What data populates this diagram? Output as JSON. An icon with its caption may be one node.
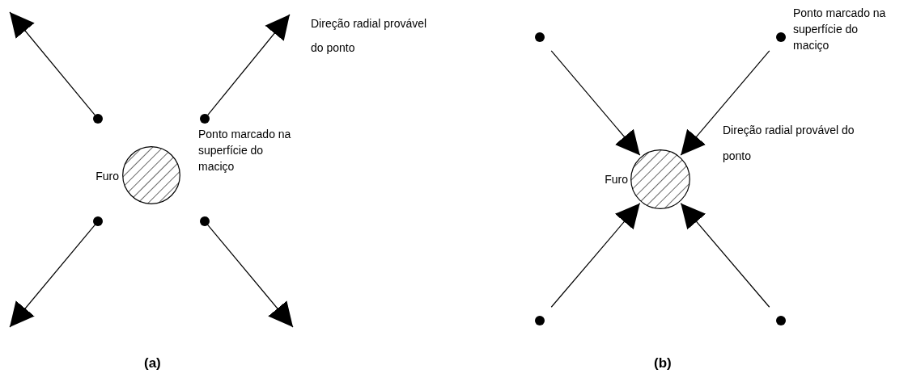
{
  "diagram": {
    "nodes": [
      {
        "text": [],
        "shape": "circle",
        "beside": [
          "Furo"
        ]
      },
      {
        "text": [],
        "shape": "circle"
      },
      {
        "text": [],
        "shape": "circle"
      },
      {
        "text": [],
        "shape": "circle"
      },
      {
        "text": [],
        "shape": "circle"
      },
      {
        "text": [],
        "shape": "circle",
        "beside": [
          "Furo"
        ]
      },
      {
        "text": [],
        "shape": "circle"
      },
      {
        "text": [],
        "shape": "circle"
      },
      {
        "text": [],
        "shape": "circle"
      },
      {
        "text": [],
        "shape": "circle"
      }
    ],
    "edges": [
      {
        "from": 1,
        "to": null,
        "arrow": "to"
      },
      {
        "from": 2,
        "to": null,
        "arrow": "to"
      },
      {
        "from": 3,
        "to": null,
        "arrow": "to"
      },
      {
        "from": 4,
        "to": null,
        "arrow": "to"
      },
      {
        "from": 6,
        "to": 5,
        "arrow": "to"
      },
      {
        "from": 7,
        "to": 5,
        "arrow": "to"
      },
      {
        "from": 8,
        "to": 5,
        "arrow": "to"
      },
      {
        "from": 9,
        "to": 5,
        "arrow": "to"
      }
    ],
    "labels": [
      "Direção radial provável do ponto",
      "Ponto marcado na superfície do maciço",
      "Ponto marcado na superfície do maciço",
      "Direção radial provável do ponto",
      "(a)",
      "(b)"
    ]
  }
}
